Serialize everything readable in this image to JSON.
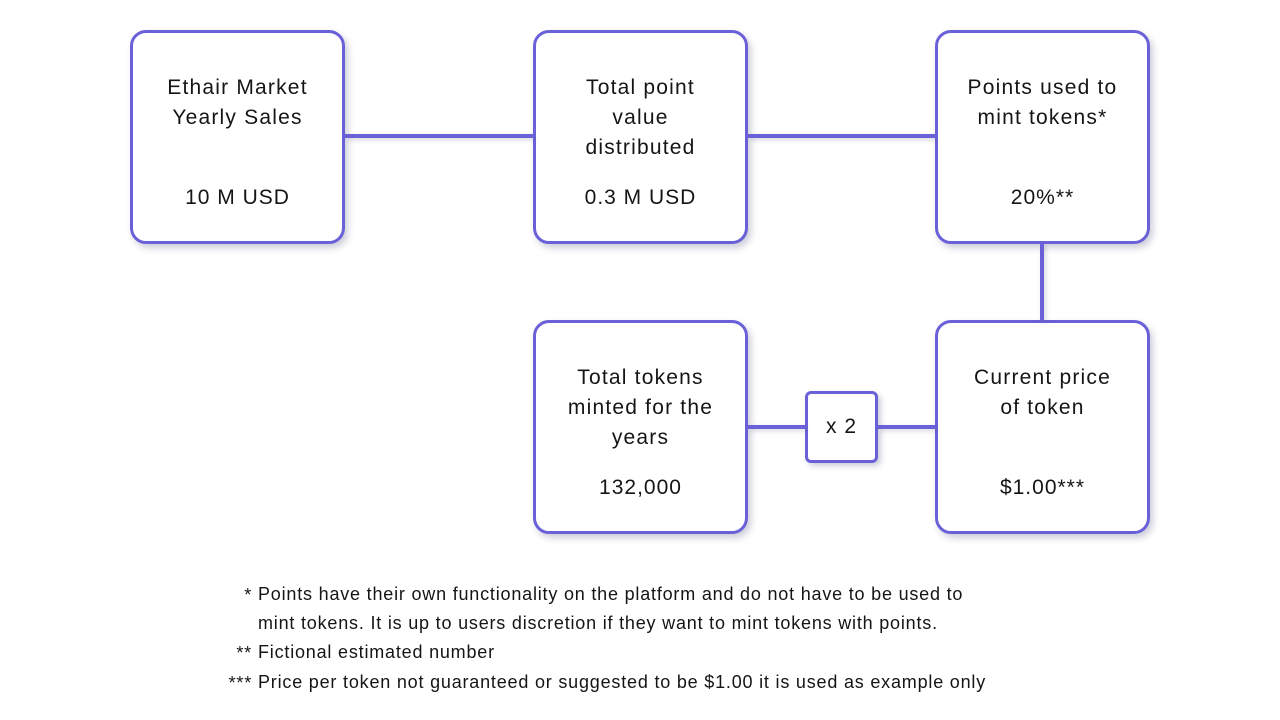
{
  "diagram": {
    "colors": {
      "accent": "#6A61D8",
      "text": "#151515",
      "background": "#ffffff"
    },
    "boxes": [
      {
        "id": "yearly-sales",
        "title": "Ethair Market\nYearly Sales",
        "value": "10 M USD"
      },
      {
        "id": "point-value",
        "title": "Total point\nvalue\ndistributed",
        "value": "0.3 M USD"
      },
      {
        "id": "points-used",
        "title": "Points used to\nmint tokens*",
        "value": "20%**"
      },
      {
        "id": "tokens-minted",
        "title": "Total tokens\nminted for the\nyears",
        "value": "132,000"
      },
      {
        "id": "token-price",
        "title": "Current price\nof token",
        "value": "$1.00***"
      }
    ],
    "multiplier_label": "x 2",
    "footnotes": [
      {
        "marker": "*",
        "text": "Points have their own functionality on the platform and do not have to be used to\nmint tokens. It is up to users discretion if they want to mint tokens with points."
      },
      {
        "marker": "**",
        "text": "Fictional estimated number"
      },
      {
        "marker": "***",
        "text": "Price per token not guaranteed or suggested to be $1.00 it is used as example only"
      }
    ]
  }
}
